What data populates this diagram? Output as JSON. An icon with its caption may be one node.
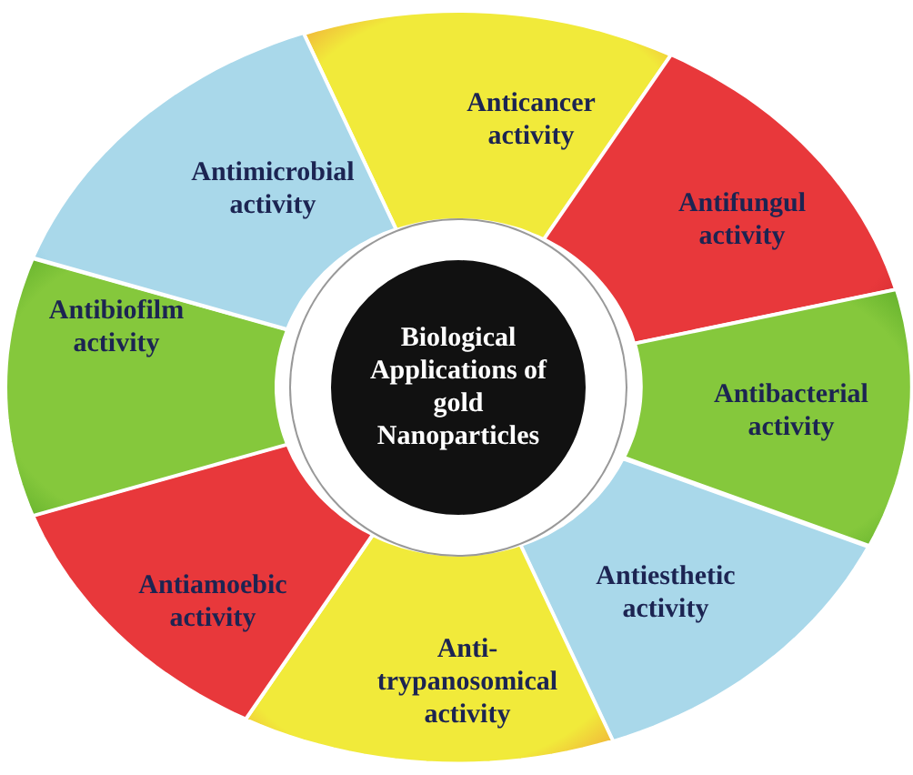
{
  "diagram": {
    "nodes": [
      {
        "text": [
          "Biological Applications of gold Nanoparticles"
        ]
      },
      {
        "text": [
          "Anticancer activity"
        ]
      },
      {
        "text": [
          "Antifungul activity"
        ]
      },
      {
        "text": [
          "Antibacterial activity"
        ]
      },
      {
        "text": [
          "Antiesthetic activity"
        ]
      },
      {
        "text": [
          "Anti-trypanosomical activity"
        ]
      },
      {
        "text": [
          "Antiamoebic activity"
        ]
      },
      {
        "text": [
          "Antibiofilm activity"
        ]
      },
      {
        "text": [
          "Antimicrobial activity"
        ]
      }
    ]
  }
}
